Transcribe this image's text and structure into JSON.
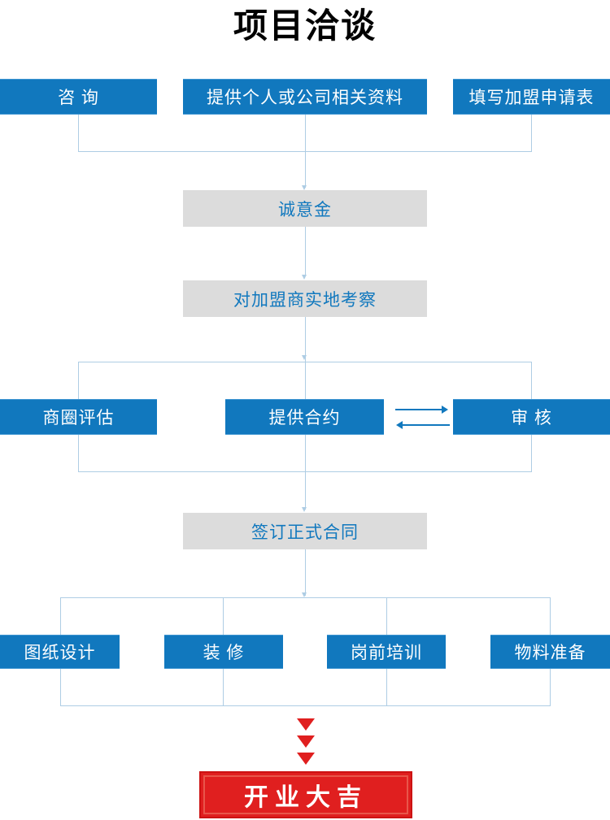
{
  "diagram": {
    "title": "项目洽谈",
    "type": "flowchart",
    "colors": {
      "primary_blue": "#1178BE",
      "node_gray": "#dcdcdc",
      "accent_red": "#E01F1F",
      "connector_line": "#aecde4",
      "background": "#ffffff",
      "title_text": "#000000",
      "blue_node_text": "#ffffff",
      "gray_node_text": "#1178BE"
    },
    "row_intake": {
      "nodes": [
        {
          "label": "咨 询",
          "style": "blue"
        },
        {
          "label": "提供个人或公司相关资料",
          "style": "blue"
        },
        {
          "label": "填写加盟申请表",
          "style": "blue"
        }
      ]
    },
    "step_deposit": {
      "label": "诚意金",
      "style": "gray"
    },
    "step_site_visit": {
      "label": "对加盟商实地考察",
      "style": "gray"
    },
    "row_review": {
      "nodes": [
        {
          "label": "商圈评估",
          "style": "blue"
        },
        {
          "label": "提供合约",
          "style": "blue"
        },
        {
          "label": "审 核",
          "style": "blue"
        }
      ],
      "exchange_arrows": [
        "arrow-right-icon",
        "arrow-left-icon"
      ]
    },
    "step_contract": {
      "label": "签订正式合同",
      "style": "gray"
    },
    "row_prepare": {
      "nodes": [
        {
          "label": "图纸设计",
          "style": "blue"
        },
        {
          "label": "装 修",
          "style": "blue"
        },
        {
          "label": "岗前培训",
          "style": "blue"
        },
        {
          "label": "物料准备",
          "style": "blue"
        }
      ]
    },
    "final": {
      "label": "开业大吉",
      "style": "red",
      "markers": [
        "triangle-down-icon",
        "triangle-down-icon",
        "triangle-down-icon"
      ]
    }
  }
}
